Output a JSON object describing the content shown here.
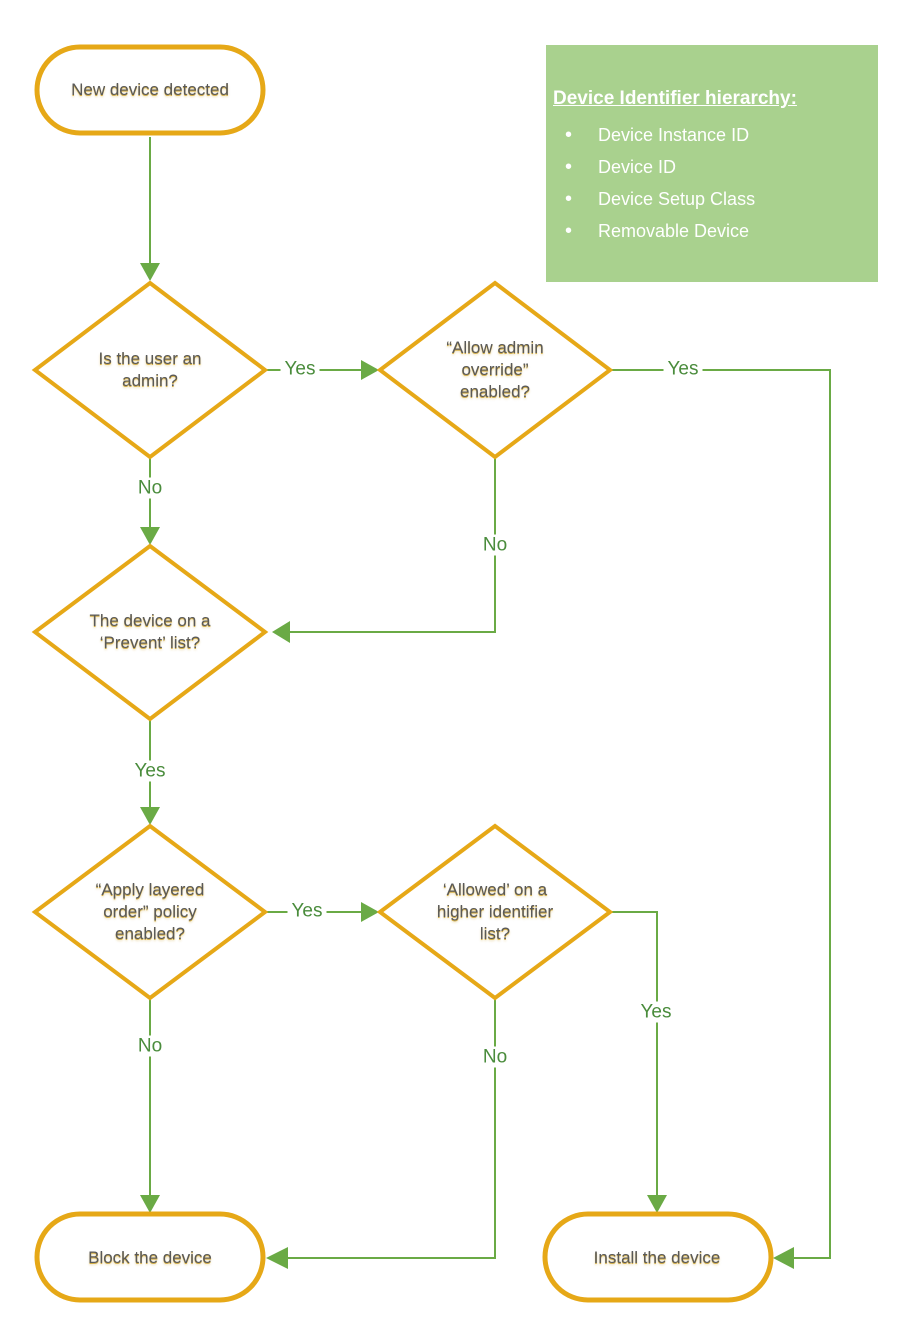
{
  "colors": {
    "shape_border": "#e6a817",
    "connector": "#6aaa45",
    "label_text": "#4a8c3c",
    "node_text": "#595959",
    "legend_bg": "#a9d18e",
    "legend_text": "#ffffff"
  },
  "nodes": {
    "start": {
      "label": "New device detected"
    },
    "admin": {
      "lines": [
        "Is the user an",
        "admin?"
      ]
    },
    "override": {
      "lines": [
        "“Allow admin",
        "override”",
        "enabled?"
      ]
    },
    "prevent": {
      "lines": [
        "The device on a",
        "‘Prevent’ list?"
      ]
    },
    "layered": {
      "lines": [
        "“Apply layered",
        "order” policy",
        "enabled?"
      ]
    },
    "higher": {
      "lines": [
        "‘Allowed’ on a",
        "higher identifier",
        "list?"
      ]
    },
    "block": {
      "label": "Block the device"
    },
    "install": {
      "label": "Install the device"
    }
  },
  "edge_labels": {
    "admin_yes": "Yes",
    "admin_no": "No",
    "override_yes": "Yes",
    "override_no": "No",
    "prevent_yes": "Yes",
    "layered_yes": "Yes",
    "layered_no": "No",
    "higher_yes": "Yes",
    "higher_no": "No"
  },
  "legend": {
    "heading": "Device Identifier hierarchy:",
    "items": [
      "Device Instance ID",
      "Device ID",
      "Device Setup Class",
      "Removable Device"
    ]
  }
}
